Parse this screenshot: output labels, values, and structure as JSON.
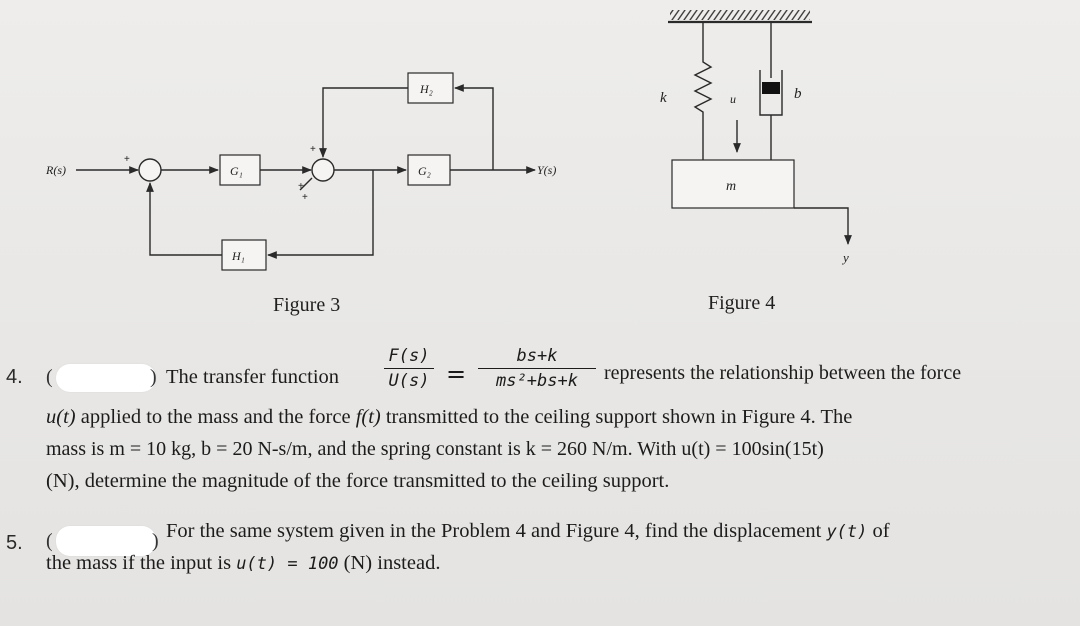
{
  "figure3": {
    "caption": "Figure 3",
    "signal_in": "R(s)",
    "signal_out": "Y(s)",
    "blocks": {
      "g1": "G₁",
      "g2": "G₂",
      "h1": "H₁",
      "h2": "H₂"
    },
    "signs": {
      "plus": "+"
    }
  },
  "figure4": {
    "caption": "Figure 4",
    "spring_label": "k",
    "input_label": "u",
    "damper_label": "b",
    "mass_label": "m",
    "output_label": "y"
  },
  "problem4": {
    "number": "4.",
    "open_paren": "(",
    "close_paren": ")",
    "lead": "The transfer function",
    "frac_left_num": "F(s)",
    "frac_left_den": "U(s)",
    "equals": "=",
    "frac_right_num": "bs+k",
    "frac_right_den": "ms²+bs+k",
    "tail": "represents the relationship between the force",
    "line2_a": "u(t)",
    "line2_b": " applied to the mass and the force ",
    "line2_c": "f(t)",
    "line2_d": " transmitted to the ceiling support shown in Figure 4. The",
    "line3": "mass is m = 10 kg, b = 20 N-s/m, and the spring constant is k = 260 N/m. With u(t) = 100sin(15t)",
    "line4": "(N), determine the magnitude of the force transmitted to the ceiling support."
  },
  "problem5": {
    "number": "5.",
    "open_paren": "(",
    "close_paren": ")",
    "line1_a": "For the same system given in the Problem 4 and Figure 4, find the displacement ",
    "line1_b": "y(t)",
    "line1_c": " of",
    "line2_a": "the mass if the input is ",
    "line2_b": "u(t) = 100",
    "line2_c": " (N) instead."
  }
}
